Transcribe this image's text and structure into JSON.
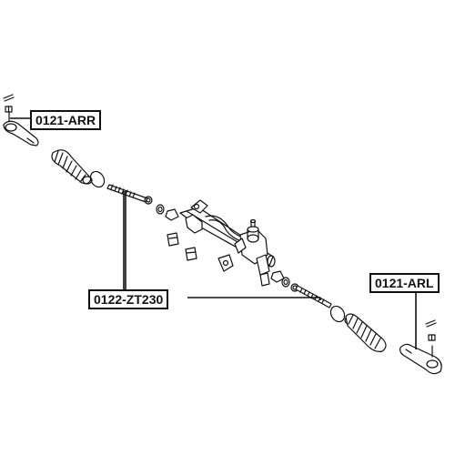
{
  "parts": {
    "tie_rod_end_right": "0121-ARR",
    "inner_tie_rod": "0122-ZT230",
    "tie_rod_end_left": "0121-ARL"
  },
  "colors": {
    "line": "#111111",
    "background": "#ffffff"
  }
}
